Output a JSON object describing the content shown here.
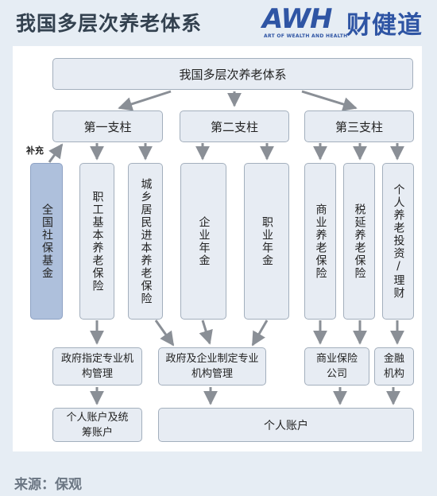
{
  "header": {
    "title": "我国多层次养老体系",
    "logo_main": "AWH",
    "logo_cn": "财健道",
    "logo_sub": "ART OF WEALTH AND HEALTH"
  },
  "diagram": {
    "root": "我国多层次养老体系",
    "pillars": [
      "第一支柱",
      "第二支柱",
      "第三支柱"
    ],
    "supplement_label": "补充",
    "items": {
      "social_fund": "全国社保基金",
      "employee_pension": "职工基本养老保险",
      "urban_rural_pension": "城乡居民进本养老保险",
      "enterprise_annuity": "企业年金",
      "occupational_annuity": "职业年金",
      "commercial_insurance": "商业养老保险",
      "tax_deferred": "税延养老保险",
      "personal_investment": "个人养老投资/理财"
    },
    "managers": {
      "gov_designated": "政府指定专业机构管理",
      "gov_enterprise": "政府及企业制定专业机构管理",
      "insurance_co": "商业保险公司",
      "financial_inst": "金融机构"
    },
    "accounts": {
      "personal_pooled": "个人账户及统筹账户",
      "personal": "个人账户"
    }
  },
  "footer": {
    "source": "来源：保观"
  },
  "colors": {
    "box_fill": "#e7ecf3",
    "highlight_fill": "#aec0dc",
    "arrow": "#8a8f96",
    "title": "#33414f",
    "logo": "#2f55a4"
  }
}
